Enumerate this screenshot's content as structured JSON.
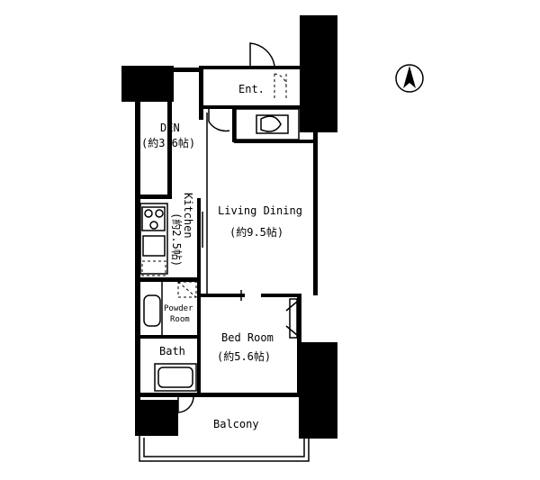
{
  "rooms": {
    "ent": "Ent.",
    "den": "DEN",
    "den_size": "(約3.6帖)",
    "kitchen": "Kitchen",
    "kitchen_size": "(約2.5帖)",
    "living": "Living Dining",
    "living_size": "(約9.5帖)",
    "powder_line1": "Powder",
    "powder_line2": "Room",
    "bath": "Bath",
    "bed": "Bed Room",
    "bed_size": "(約5.6帖)",
    "balcony": "Balcony"
  },
  "compass": {
    "icon": "north-arrow-icon"
  }
}
